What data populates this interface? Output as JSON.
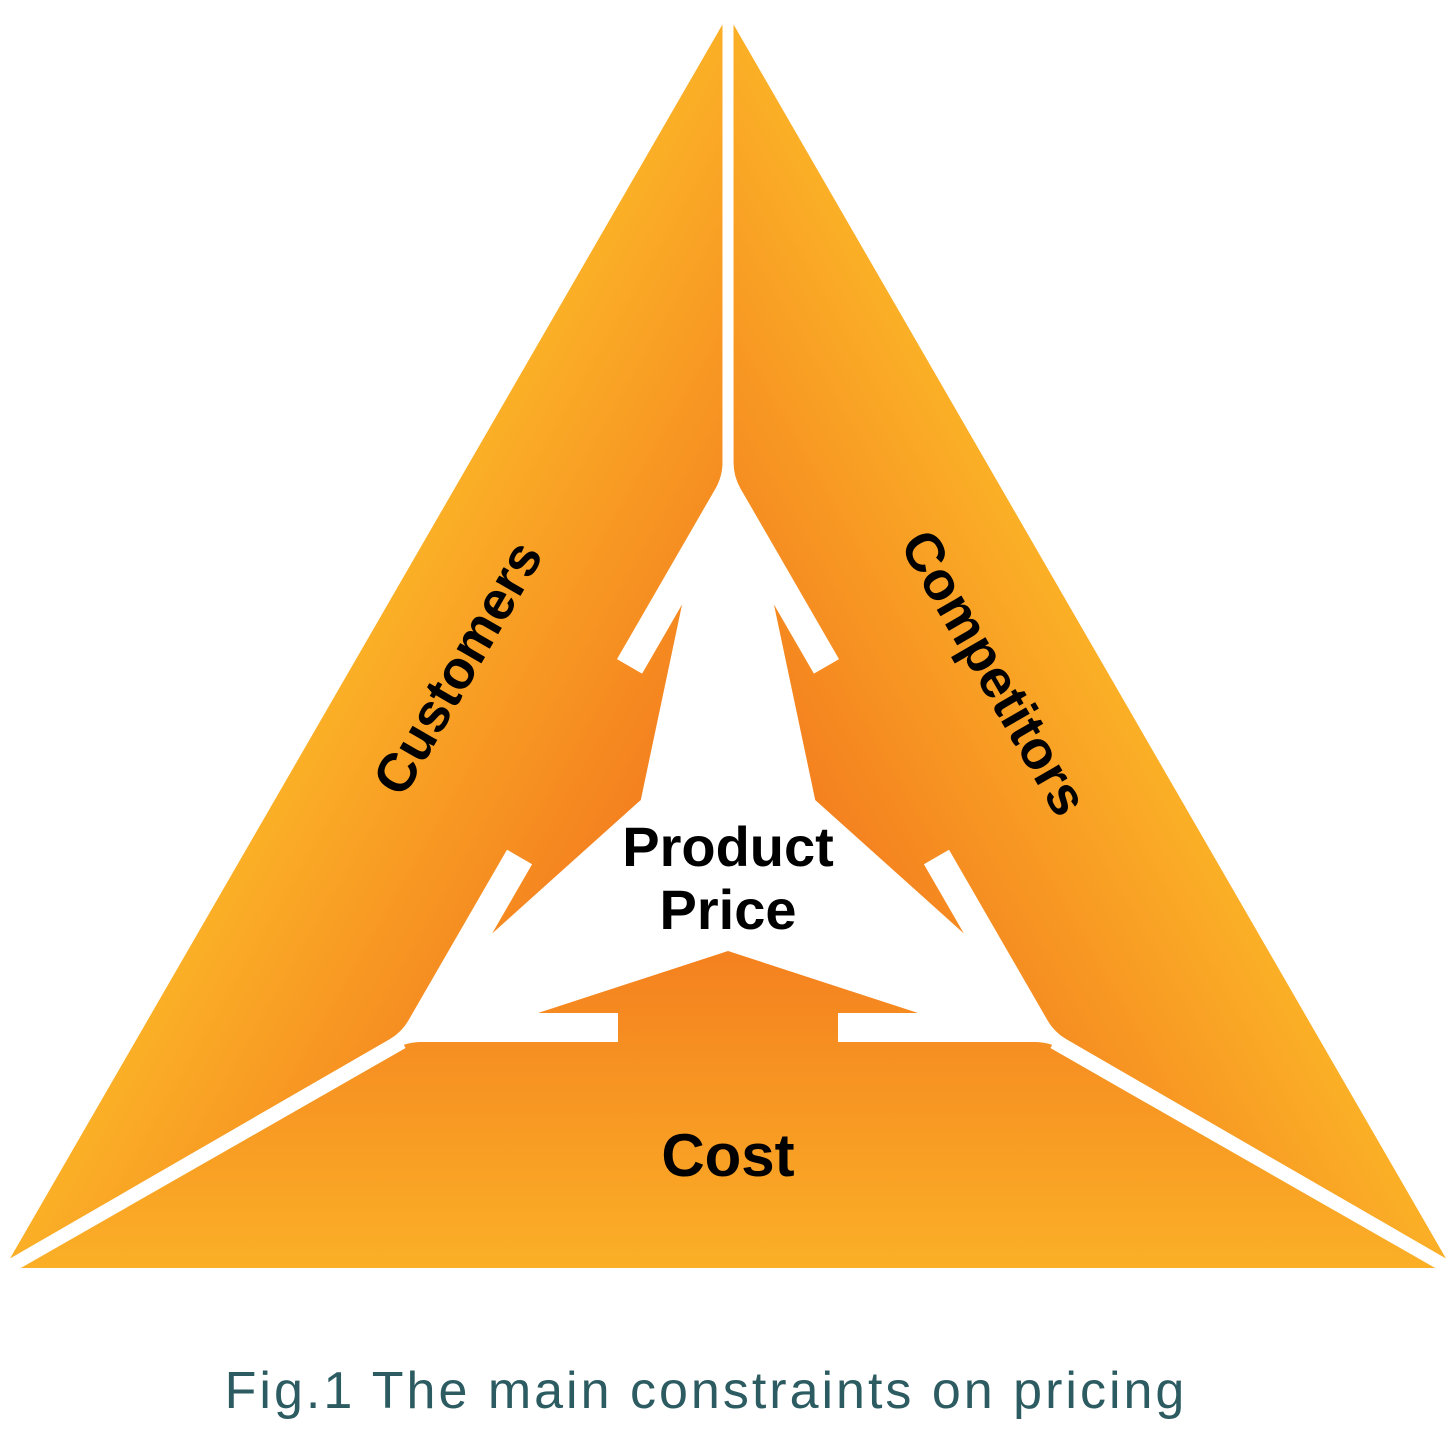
{
  "figure": {
    "center_label": {
      "line1": "Product",
      "line2": "Price"
    },
    "labels": {
      "left": "Customers",
      "right": "Competitors",
      "bottom": "Cost"
    },
    "caption": "Fig.1 The main constraints on pricing",
    "colors": {
      "band_gradient_dark": "#F4801F",
      "band_gradient_light": "#FBB127",
      "label_text": "#000000",
      "caption_text": "#2C5C62",
      "divider": "#FFFFFF",
      "background": "#FFFFFF"
    }
  }
}
